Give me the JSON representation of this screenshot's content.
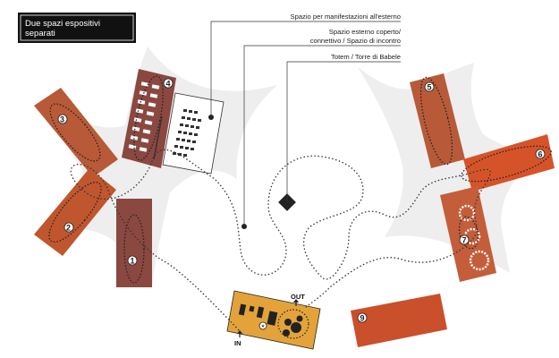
{
  "title": {
    "lines": [
      "Due spazi espositivi",
      "separati"
    ]
  },
  "legend": [
    {
      "label": "Spazio per manifestazioni all'esterno"
    },
    {
      "label": "Spazio esterno coperto/"
    },
    {
      "label": "connettivo / Spazio di incontro"
    },
    {
      "label": "Totem / Torre di Babele"
    }
  ],
  "spaces": [
    {
      "number": "1",
      "color": "#8a4840"
    },
    {
      "number": "2",
      "color": "#c0562e"
    },
    {
      "number": "3",
      "color": "#b85a38"
    },
    {
      "number": "4",
      "color": "#8a4840"
    },
    {
      "number": "5",
      "color": "#b85a38"
    },
    {
      "number": "6",
      "color": "#d6532a"
    },
    {
      "number": "7",
      "color": "#c45d3a"
    },
    {
      "number": "9",
      "color": "#c9502a"
    }
  ],
  "entrance": {
    "in_label": "IN",
    "out_label": "OUT",
    "color": "#e3a33a"
  },
  "colors": {
    "canopy": "#ececec",
    "path": "#333333",
    "title_bg": "#111111"
  }
}
